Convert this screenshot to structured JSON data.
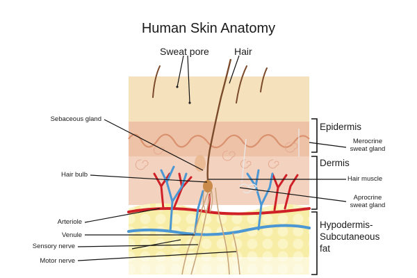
{
  "title": "Human Skin Anatomy",
  "top_labels": {
    "sweat_pore": "Sweat pore",
    "hair": "Hair"
  },
  "left_labels": {
    "sebaceous_gland": "Sebaceous gland",
    "hair_bulb": "Hair bulb",
    "arteriole": "Arteriole",
    "venule": "Venule",
    "sensory_nerve": "Sensory nerve",
    "motor_nerve": "Motor nerve"
  },
  "right_labels": {
    "merocrine": [
      "Merocrine",
      "sweat gland"
    ],
    "hair_muscle": "Hair muscle",
    "aprocrine": [
      "Aprocrine",
      "sweat gland"
    ]
  },
  "layers": {
    "epidermis": "Epidermis",
    "dermis": "Dermis",
    "hypodermis": [
      "Hypodermis-",
      "Subcutaneous",
      "fat"
    ]
  },
  "colors": {
    "skin_surface": "#f6e1bd",
    "epidermis": "#eec2a6",
    "dermis": "#f3d2c0",
    "fat": "#f8eda6",
    "artery": "#cf2027",
    "vein": "#4a97d4",
    "nerve": "#c9a57a",
    "hair": "#7a4a2a"
  }
}
